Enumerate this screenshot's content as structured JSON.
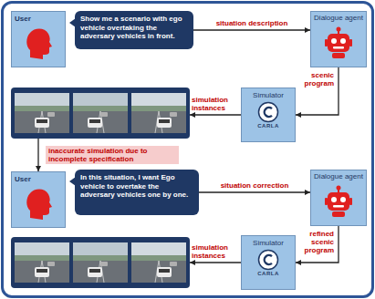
{
  "diagram": {
    "nodes": [
      {
        "text": [
          "User"
        ]
      },
      {
        "text": [
          "Show me a scenario with ego vehicle overtaking the adversary vehicles in front."
        ]
      },
      {
        "text": [
          "Dialogue agent"
        ]
      },
      {
        "text": []
      },
      {
        "text": [
          "Simulator",
          "CARLA"
        ]
      },
      {
        "text": [
          "User"
        ]
      },
      {
        "text": [
          "In this situation, I want Ego vehicle to overtake the adversary vehicles one by one."
        ]
      },
      {
        "text": [
          "Dialogue agent"
        ]
      },
      {
        "text": []
      },
      {
        "text": [
          "Simulator",
          "CARLA"
        ]
      }
    ],
    "edges": [
      {
        "from": 1,
        "to": 2,
        "arrow": "to",
        "label": "situation description"
      },
      {
        "from": 2,
        "to": 4,
        "arrow": "to",
        "label": "scenic program"
      },
      {
        "from": 4,
        "to": 3,
        "arrow": "to",
        "label": "simulation instances"
      },
      {
        "from": 3,
        "to": 5,
        "arrow": "to",
        "label": "inaccurate simulation due to incomplete specification"
      },
      {
        "from": 6,
        "to": 7,
        "arrow": "to",
        "label": "situation correction"
      },
      {
        "from": 7,
        "to": 9,
        "arrow": "to",
        "label": "refined scenic program"
      },
      {
        "from": 9,
        "to": 8,
        "arrow": "to",
        "label": "simulation instances"
      }
    ]
  }
}
